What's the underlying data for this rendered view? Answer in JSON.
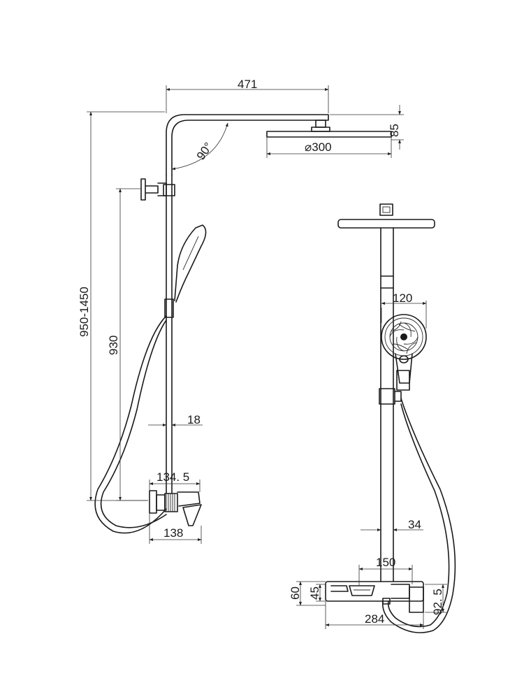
{
  "dimensions": {
    "width_471": "471",
    "height_85": "85",
    "diameter_300": "⌀300",
    "angle_90": "90°",
    "total_height": "950-1450",
    "height_930": "930",
    "pipe_18": "18",
    "width_134_5": "134. 5",
    "width_138": "138",
    "width_120": "120",
    "pipe_34": "34",
    "width_150": "150",
    "height_60": "60",
    "height_45": "45",
    "width_284": "284",
    "depth_92_5": "92. 5"
  },
  "colors": {
    "line": "#1a1a1a",
    "background": "#ffffff"
  }
}
